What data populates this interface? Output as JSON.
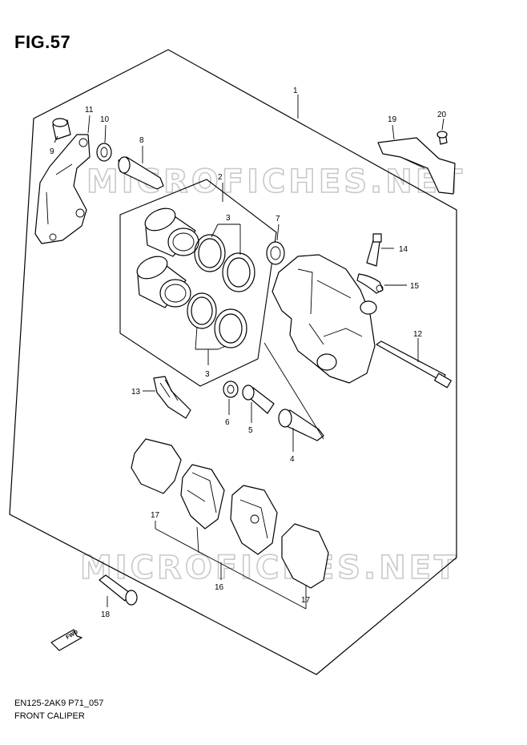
{
  "figure": {
    "title": "FIG.57",
    "code": "EN125-2AK9 P71_057",
    "name": "FRONT CALIPER",
    "watermark": "MICROFICHES.NET",
    "fwd_label": "FWD"
  },
  "callouts": [
    {
      "id": "1",
      "label": "1"
    },
    {
      "id": "2",
      "label": "2"
    },
    {
      "id": "3a",
      "label": "3"
    },
    {
      "id": "3b",
      "label": "3"
    },
    {
      "id": "4",
      "label": "4"
    },
    {
      "id": "5",
      "label": "5"
    },
    {
      "id": "6",
      "label": "6"
    },
    {
      "id": "7",
      "label": "7"
    },
    {
      "id": "8",
      "label": "8"
    },
    {
      "id": "9",
      "label": "9"
    },
    {
      "id": "10",
      "label": "10"
    },
    {
      "id": "11",
      "label": "11"
    },
    {
      "id": "12",
      "label": "12"
    },
    {
      "id": "13",
      "label": "13"
    },
    {
      "id": "14",
      "label": "14"
    },
    {
      "id": "15",
      "label": "15"
    },
    {
      "id": "16",
      "label": "16"
    },
    {
      "id": "17a",
      "label": "17"
    },
    {
      "id": "17b",
      "label": "17"
    },
    {
      "id": "18",
      "label": "18"
    },
    {
      "id": "19",
      "label": "19"
    },
    {
      "id": "20",
      "label": "20"
    }
  ]
}
